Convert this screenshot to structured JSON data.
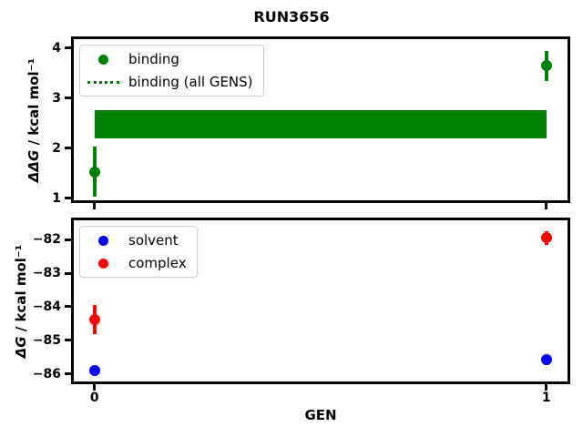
{
  "title": "RUN3656",
  "xlabel": "GEN",
  "colors": {
    "binding": "#008000",
    "solvent": "#0000ff",
    "complex": "#ff0000",
    "axis": "#000000",
    "legend_border": "#cccccc",
    "background": "#ffffff"
  },
  "chart_data": [
    {
      "type": "scatter",
      "name": "binding-panel",
      "ylabel_math": "ΔΔG",
      "ylabel_rest": " / kcal mol⁻¹",
      "xlim": [
        -0.052,
        1.053
      ],
      "ylim": [
        0.909,
        4.236
      ],
      "grid": false,
      "legend_position": "upper left",
      "yticks": [
        {
          "v": 4,
          "label": "4"
        },
        {
          "v": 3,
          "label": "3"
        },
        {
          "v": 2,
          "label": "2"
        },
        {
          "v": 1,
          "label": "1"
        }
      ],
      "xticks": [
        {
          "v": 0,
          "label": ""
        },
        {
          "v": 1,
          "label": ""
        }
      ],
      "legend": [
        {
          "label": "binding",
          "handle": "dot",
          "color": "#008000"
        },
        {
          "label": "binding (all GENS)",
          "handle": "dotted-line",
          "color": "#008000"
        }
      ],
      "series": [
        {
          "name": "binding",
          "color": "#008000",
          "x": [
            0,
            1
          ],
          "y": [
            1.53,
            3.65
          ],
          "yerr": [
            0.5,
            0.3
          ]
        }
      ],
      "band": {
        "name": "binding (all GENS)",
        "color": "#008000",
        "x": [
          0,
          1
        ],
        "ylow": 2.2,
        "yhigh": 2.76
      }
    },
    {
      "type": "scatter",
      "name": "free-energy-panel",
      "ylabel_math": "ΔG",
      "ylabel_rest": " / kcal mol⁻¹",
      "xlim": [
        -0.052,
        1.053
      ],
      "ylim": [
        -86.31,
        -81.34
      ],
      "grid": false,
      "legend_position": "upper left",
      "yticks": [
        {
          "v": -82,
          "label": "−82"
        },
        {
          "v": -83,
          "label": "−83"
        },
        {
          "v": -84,
          "label": "−84"
        },
        {
          "v": -85,
          "label": "−85"
        },
        {
          "v": -86,
          "label": "−86"
        }
      ],
      "xticks": [
        {
          "v": 0,
          "label": "0"
        },
        {
          "v": 1,
          "label": "1"
        }
      ],
      "legend": [
        {
          "label": "solvent",
          "handle": "dot",
          "color": "#0000ff"
        },
        {
          "label": "complex",
          "handle": "dot",
          "color": "#ff0000"
        }
      ],
      "series": [
        {
          "name": "solvent",
          "color": "#0000ff",
          "x": [
            0,
            1
          ],
          "y": [
            -85.9,
            -85.58
          ],
          "yerr": [
            0.17,
            0.17
          ]
        },
        {
          "name": "complex",
          "color": "#ff0000",
          "x": [
            0,
            1
          ],
          "y": [
            -84.38,
            -81.95
          ],
          "yerr": [
            0.44,
            0.2
          ]
        }
      ]
    }
  ]
}
